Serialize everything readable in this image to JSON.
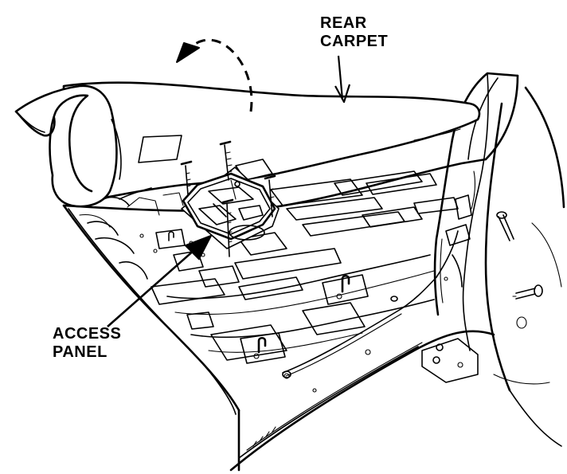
{
  "diagram": {
    "callouts": {
      "rear_carpet": {
        "line1": "REAR",
        "line2": "CARPET"
      },
      "access_panel": {
        "line1": "ACCESS",
        "line2": "PANEL"
      }
    }
  }
}
